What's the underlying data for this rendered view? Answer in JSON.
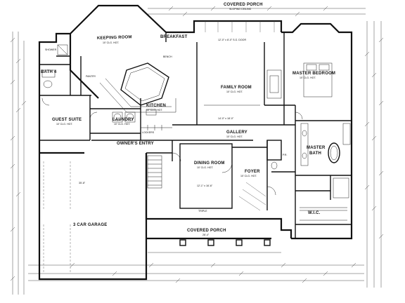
{
  "rooms": {
    "covered_porch_rear": {
      "name": "COVERED PORCH",
      "note": "SLOPING CEILING"
    },
    "keeping_room": {
      "name": "KEEPING ROOM",
      "note": "10' CLG. HGT."
    },
    "breakfast": {
      "name": "BREAKFAST"
    },
    "family_room": {
      "name": "FAMILY ROOM",
      "note": "10' CLG. HGT."
    },
    "master_bedroom": {
      "name": "MASTER BEDROOM",
      "note": "10' CLG. HGT."
    },
    "kitchen": {
      "name": "KITCHEN",
      "note": "10' CLG. HGT."
    },
    "bath_4": {
      "name": "BATH 4"
    },
    "shower": {
      "name": "SHOWER"
    },
    "pantry": {
      "name": "PANTRY"
    },
    "guest_suite": {
      "name": "GUEST SUITE",
      "note": "10' CLG. HGT."
    },
    "laundry": {
      "name": "LAUNDRY",
      "note": "10' CLG. HGT."
    },
    "lockers": {
      "name": "LOCKERS"
    },
    "owners_entry": {
      "name": "OWNER'S ENTRY"
    },
    "gallery": {
      "name": "GALLERY",
      "note": "10' CLG. HGT."
    },
    "dining_room": {
      "name": "DINING ROOM",
      "note": "10' CLG. HGT."
    },
    "foyer": {
      "name": "FOYER",
      "note": "10' CLG. HGT."
    },
    "master_bath": {
      "name": "MASTER",
      "name2": "BATH"
    },
    "wic": {
      "name": "W.I.C."
    },
    "garage": {
      "name": "3 CAR GARAGE"
    },
    "covered_porch_front": {
      "name": "COVERED PORCH"
    },
    "pr": {
      "name": "P.R."
    }
  },
  "dimensions": {
    "family_room_size": "14'-0\" x 18'-0\"",
    "dining_room_size": "12'-1\" x 16'-6\"",
    "garage_width": "35'-8\"",
    "porch_width": "28'-4\"",
    "bench": "BENCH",
    "triple": "TRIPLE",
    "door": "12'-0\" x 8'-0\" S.G. DOOR"
  }
}
